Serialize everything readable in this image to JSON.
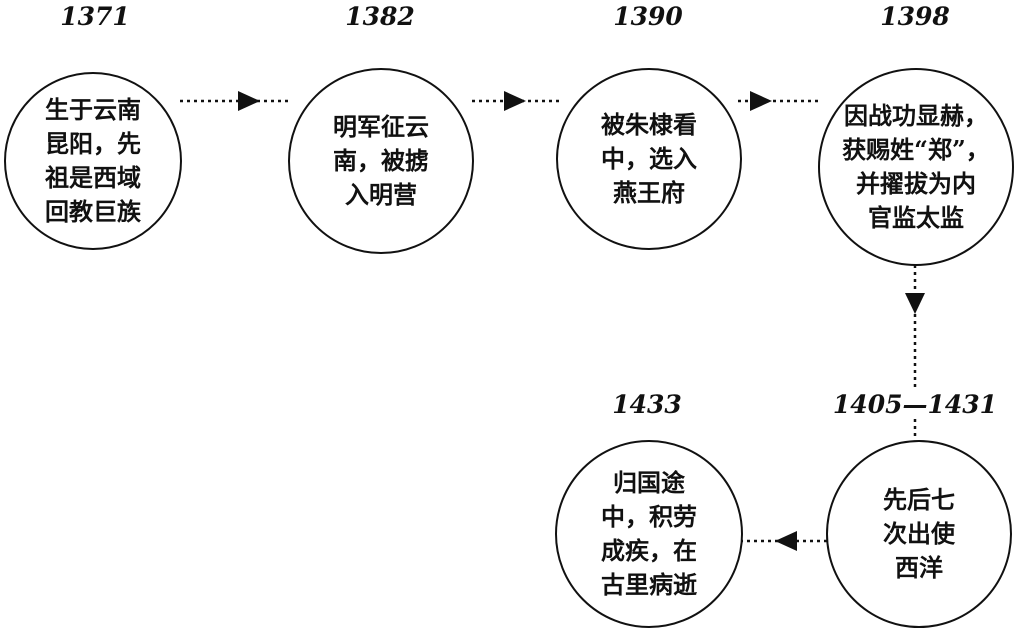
{
  "title": "Zheng He timeline",
  "events": [
    {
      "year": "1371",
      "lines": [
        "生于云南",
        "昆阳，先",
        "祖是西域",
        "回教巨族"
      ]
    },
    {
      "year": "1382",
      "lines": [
        "明军征云",
        "南，被掳",
        "入明营"
      ]
    },
    {
      "year": "1390",
      "lines": [
        "被朱棣看",
        "中，选入",
        "燕王府"
      ]
    },
    {
      "year": "1398",
      "lines": [
        "因战功显赫，",
        "获赐姓“郑”，",
        "并擢拔为内",
        "官监太监"
      ]
    },
    {
      "year": "1405—1431",
      "lines": [
        "先后七",
        "次出使",
        "西洋"
      ]
    },
    {
      "year": "1433",
      "lines": [
        "归国途",
        "中，积劳",
        "成疾，在",
        "古里病逝"
      ]
    }
  ]
}
